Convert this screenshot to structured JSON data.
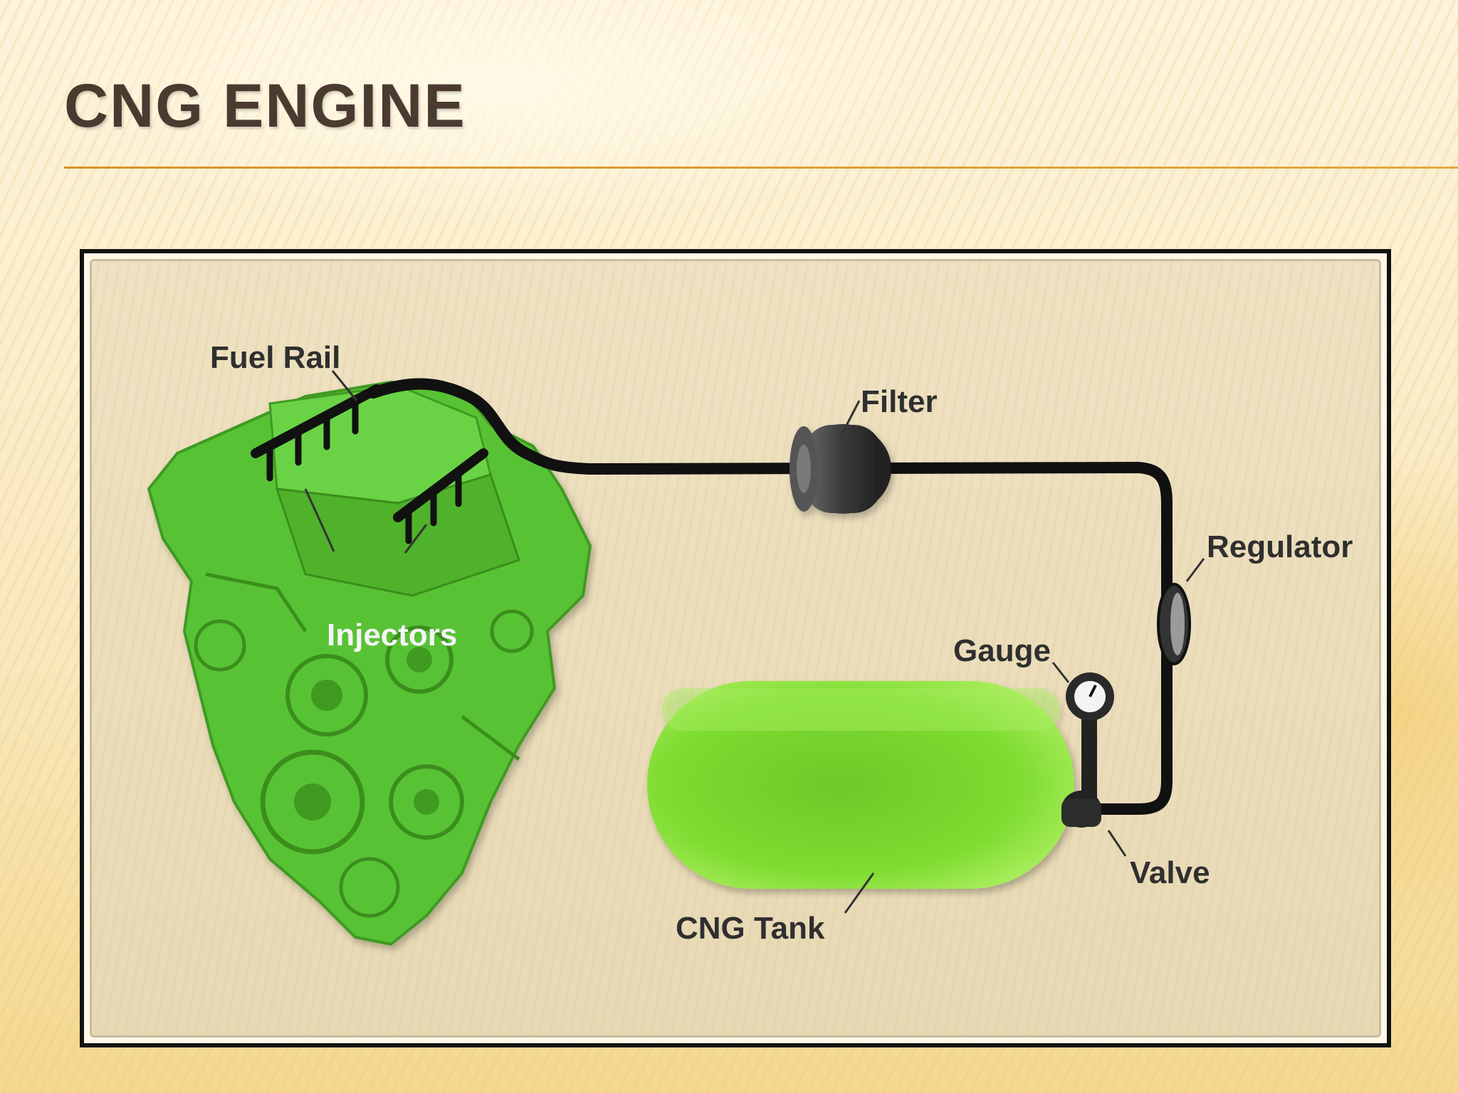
{
  "slide": {
    "title": "CNG ENGINE"
  },
  "diagram": {
    "labels": {
      "fuel_rail": "Fuel Rail",
      "injectors": "Injectors",
      "filter": "Filter",
      "regulator": "Regulator",
      "gauge": "Gauge",
      "valve": "Valve",
      "cng_tank": "CNG Tank"
    },
    "colors": {
      "engine": "#5cc63a",
      "tank": "#78d82a",
      "pipe": "#111111",
      "title_rule": "#d9922a"
    }
  }
}
